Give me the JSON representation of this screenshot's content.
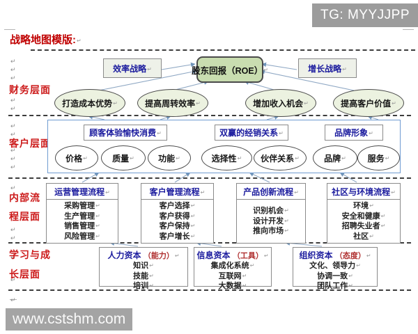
{
  "watermarks": {
    "top": "TG: MYYJJPP",
    "bottom": "www.cstshm.com"
  },
  "title": "战略地图模版:",
  "colors": {
    "title_red": "#c00000",
    "label_red": "#cc1a1a",
    "text_blue": "#1b1b9e",
    "roe_green_fill": "#c9ddb0",
    "financial_ellipse_fill": "#ecf2e0",
    "customer_border_blue": "#6f9bd1",
    "arrow_blue_gray": "#8fa8c4",
    "watermark_gray": "#9c9c9c"
  },
  "decor": {
    "pilcrow": "↵"
  },
  "layers": {
    "financial": {
      "label": "财务层面",
      "strategy_left": "效率战略",
      "strategy_right": "增长战略",
      "center": "股东回报（ROE）",
      "ellipses": [
        "打造成本优势",
        "提高周转效率",
        "增加收入机会",
        "提高客户价值"
      ]
    },
    "customer": {
      "label": "客户层面",
      "groups": [
        {
          "header": "顾客体验愉快消费",
          "items": [
            "价格",
            "质量",
            "功能"
          ]
        },
        {
          "header": "双赢的经销关系",
          "items": [
            "选择性",
            "伙伴关系"
          ]
        },
        {
          "header": "品牌形象",
          "items": [
            "品牌",
            "服务"
          ]
        }
      ]
    },
    "internal": {
      "label_line1": "内部流",
      "label_line2": "程层面",
      "boxes": [
        {
          "header": "运营管理流程",
          "items": [
            "采购管理",
            "生产管理",
            "销售管理",
            "风险管理"
          ]
        },
        {
          "header": "客户管理流程",
          "items": [
            "客户选择",
            "客户获得",
            "客户保持",
            "客户增长"
          ]
        },
        {
          "header": "产品创新流程",
          "items": [
            "识别机会",
            "设计开发",
            "推向市场"
          ]
        },
        {
          "header": "社区与环境流程",
          "items": [
            "环境",
            "安全和健康",
            "招聘失业者",
            "社区"
          ]
        }
      ]
    },
    "learning": {
      "label_line1": "学习与成",
      "label_line2": "长层面",
      "boxes": [
        {
          "header": "人力资本",
          "subheader": "（能力）",
          "items": [
            "知识",
            "技能",
            "培训"
          ]
        },
        {
          "header": "信息资本",
          "subheader": "（工具）",
          "items": [
            "集成化系统",
            "互联网",
            "大数据"
          ]
        },
        {
          "header": "组织资本",
          "subheader": "（态度）",
          "items": [
            "文化、领导力",
            "协调一致",
            "团队工作"
          ]
        }
      ]
    }
  }
}
